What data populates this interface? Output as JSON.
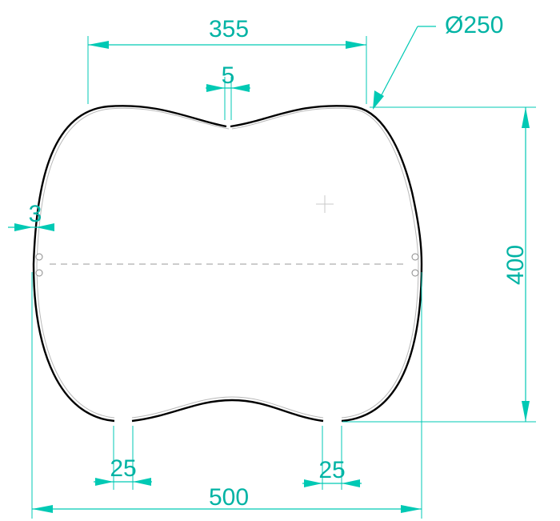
{
  "dimensions": {
    "top_width": "355",
    "top_gap": "5",
    "diameter": "Ø250",
    "left_offset": "3",
    "height": "400",
    "bottom_gap_left": "25",
    "bottom_gap_right": "25",
    "overall_width": "500"
  },
  "colors": {
    "dimension": "#00c9b4",
    "outline": "#000000"
  }
}
